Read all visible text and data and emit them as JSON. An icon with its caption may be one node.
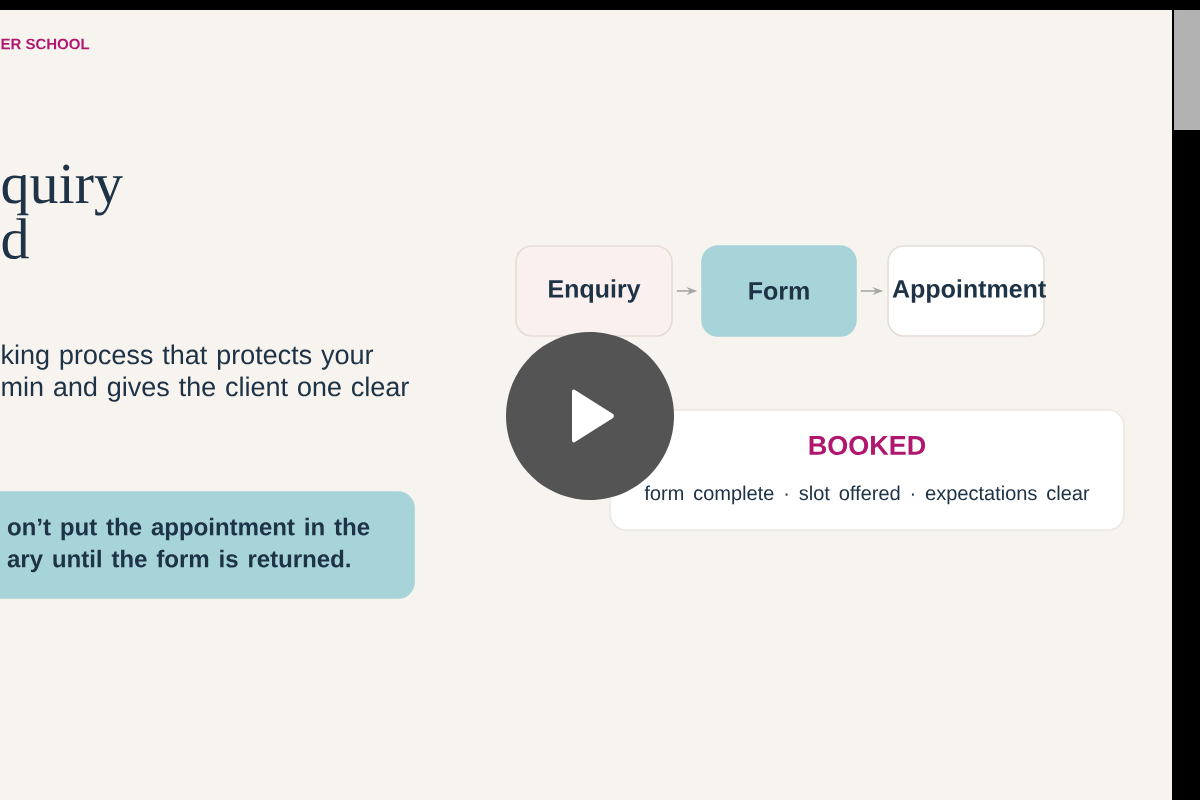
{
  "diagram": {
    "title": "quiry d",
    "nodes": [
      {
        "text": [
          "Enquiry"
        ]
      },
      {
        "text": [
          "Form"
        ]
      },
      {
        "text": [
          "Appointment"
        ]
      },
      {
        "text": [
          "BOOKED",
          "form complete · slot offered · expectations clear"
        ]
      },
      {
        "text": [
          "on’t put the appointment in the ary until the form is returned."
        ]
      }
    ],
    "edges": [
      {
        "from": 0,
        "to": 1,
        "arrow": "to"
      },
      {
        "from": 1,
        "to": 2,
        "arrow": "to"
      }
    ],
    "labels": [
      "ER SCHOOL",
      "king process that protects your min and gives the client one clear"
    ]
  }
}
